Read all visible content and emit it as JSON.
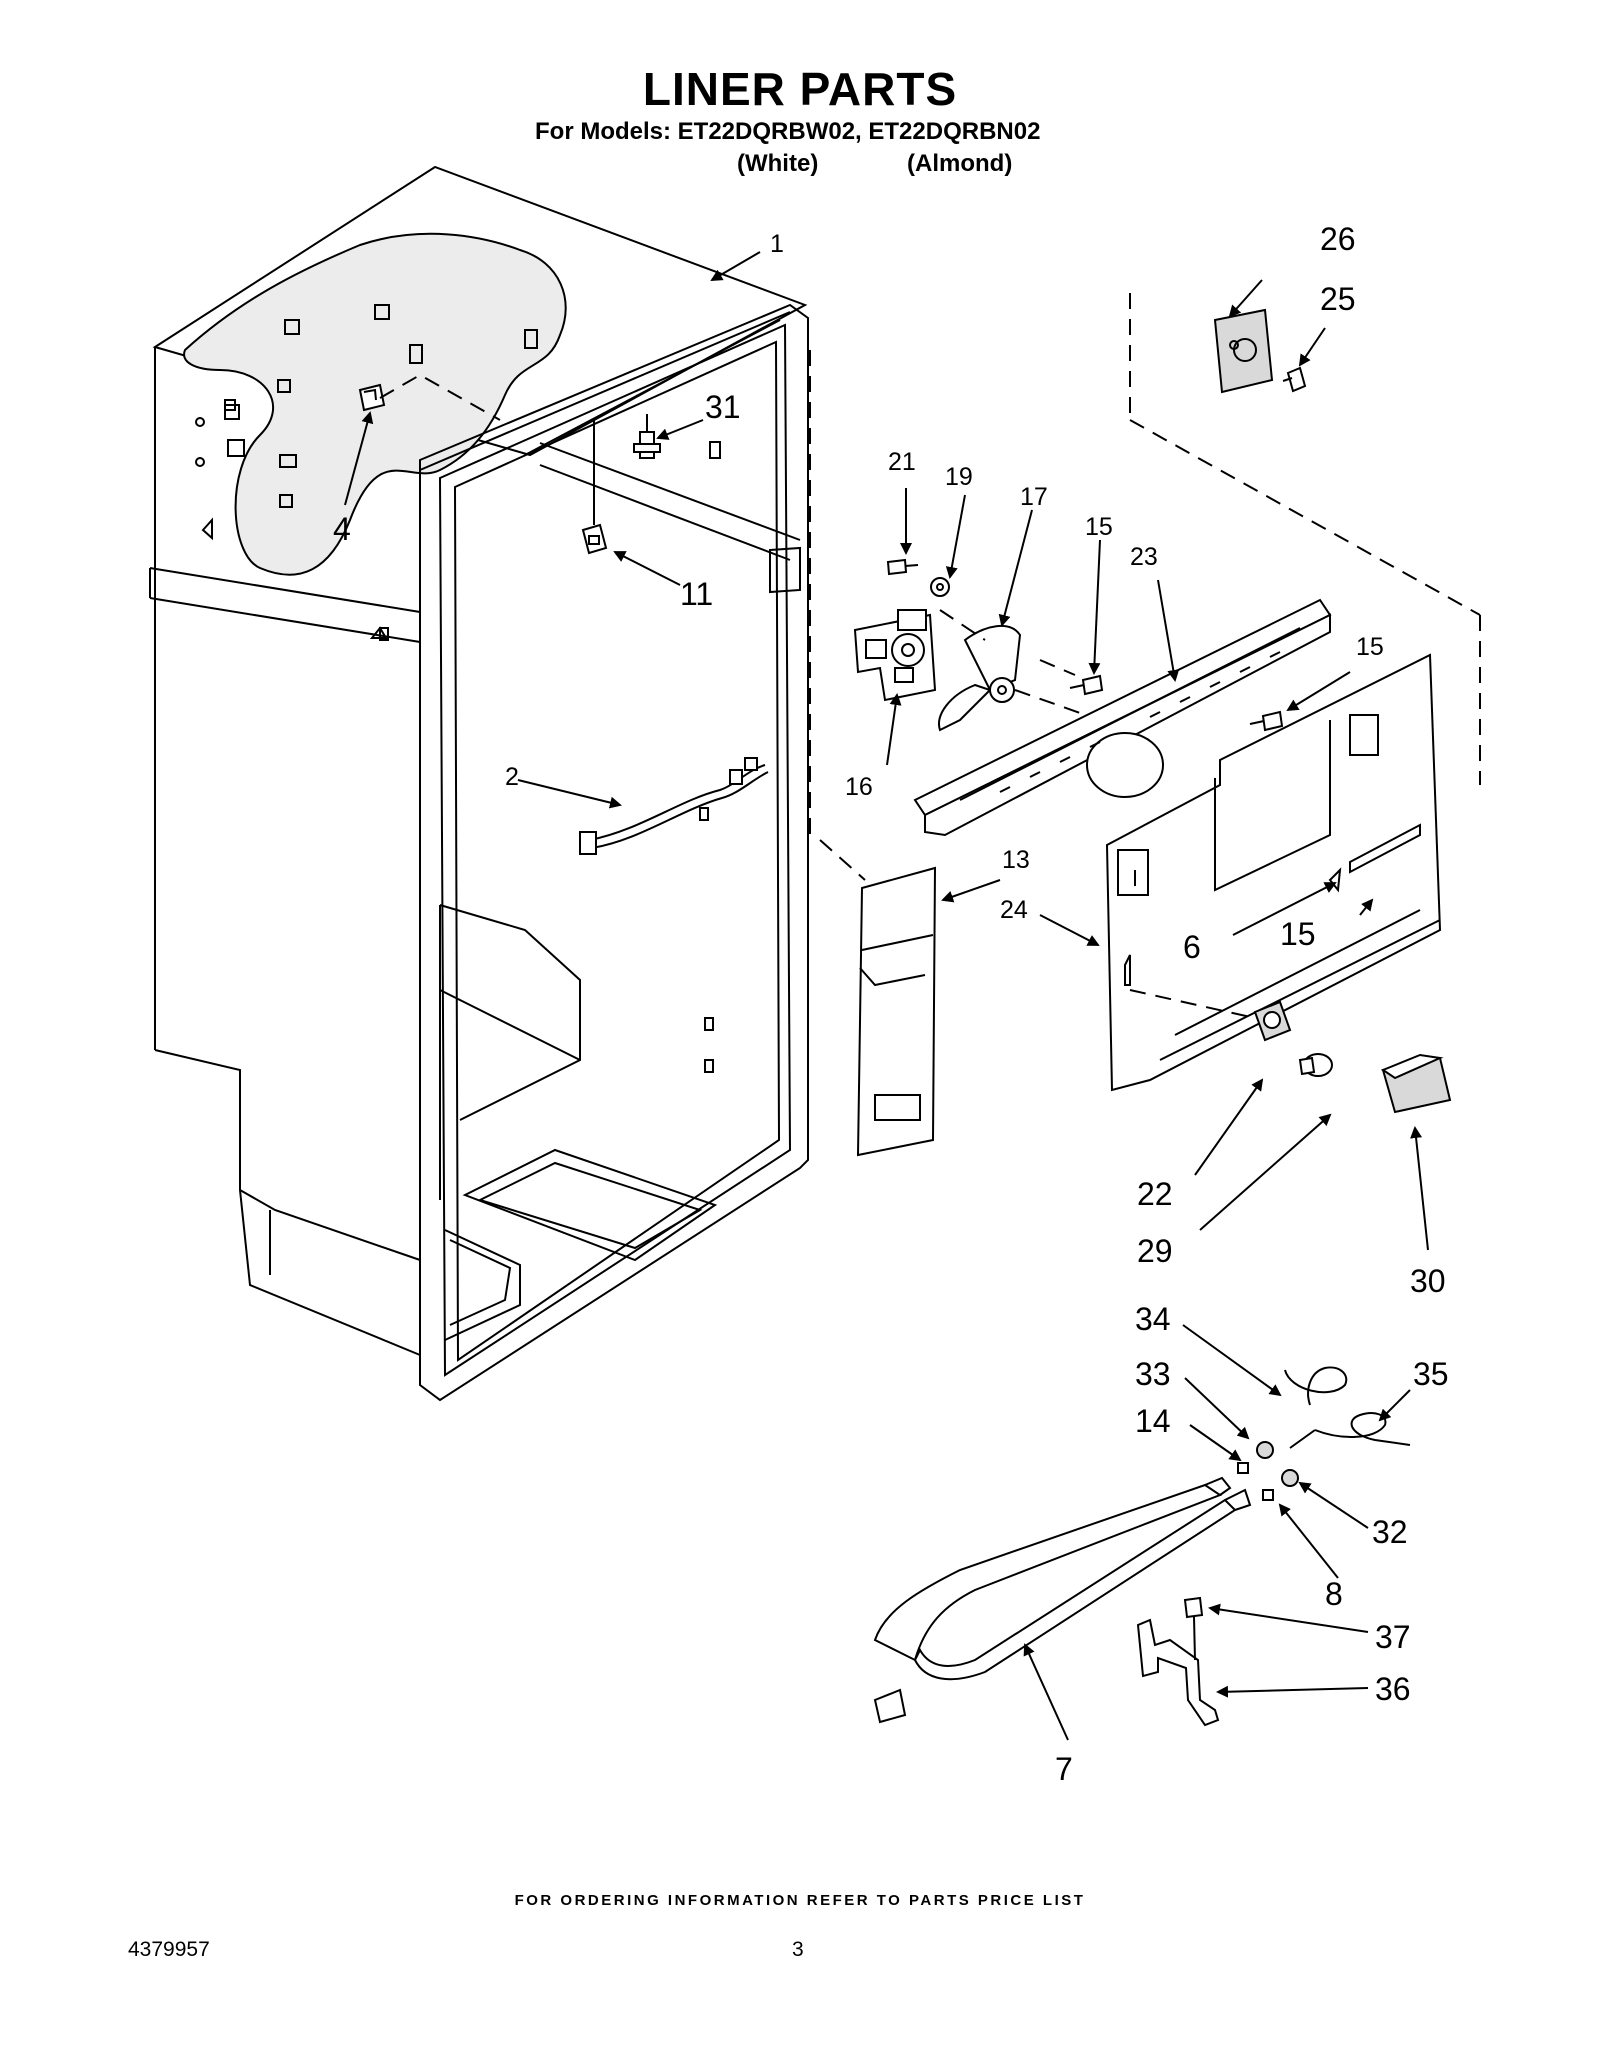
{
  "header": {
    "title": "LINER PARTS",
    "models_line": "For Models: ET22DQRBW02, ET22DQRBN02",
    "color_white": "(White)",
    "color_almond": "(Almond)"
  },
  "callouts": [
    "1",
    "2",
    "4",
    "6",
    "7",
    "8",
    "11",
    "13",
    "14",
    "15",
    "16",
    "17",
    "19",
    "21",
    "22",
    "23",
    "24",
    "25",
    "26",
    "29",
    "30",
    "31",
    "32",
    "33",
    "34",
    "35",
    "36",
    "37"
  ],
  "footer": {
    "ordering_note": "FOR ORDERING INFORMATION REFER TO PARTS PRICE LIST",
    "document_number": "4379957",
    "page_number": "3"
  }
}
